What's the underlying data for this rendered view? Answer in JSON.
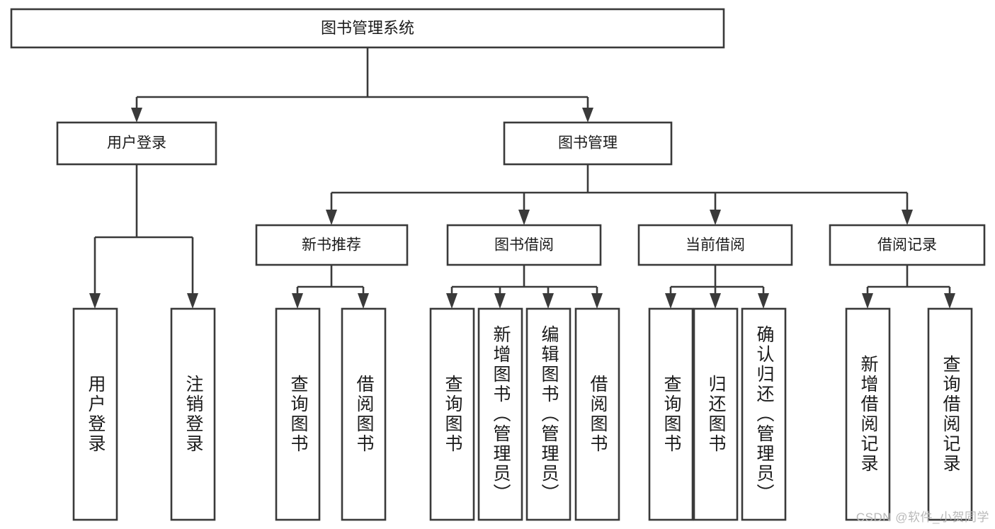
{
  "diagram": {
    "type": "tree-hierarchy-chart",
    "title": "图书管理系统",
    "background_color": "#ffffff",
    "line_color": "#3a3a3a",
    "box_fill": "#ffffff",
    "text_color": "#1b1b1b",
    "levels": {
      "root": {
        "label": "图书管理系统"
      },
      "level2": [
        {
          "label": "用户登录"
        },
        {
          "label": "图书管理"
        }
      ],
      "level3": [
        {
          "label": "新书推荐"
        },
        {
          "label": "图书借阅"
        },
        {
          "label": "当前借阅"
        },
        {
          "label": "借阅记录"
        }
      ]
    },
    "leaves": {
      "user_login": [
        {
          "label": "用户登录"
        },
        {
          "label": "注销登录"
        }
      ],
      "new_book_recommend": [
        {
          "label": "查询图书"
        },
        {
          "label": "借阅图书"
        }
      ],
      "book_borrow": [
        {
          "label": "查询图书"
        },
        {
          "label": "新增图书（管理员）"
        },
        {
          "label": "编辑图书（管理员）"
        },
        {
          "label": "借阅图书"
        }
      ],
      "current_borrow": [
        {
          "label": "查询图书"
        },
        {
          "label": "归还图书"
        },
        {
          "label": "确认归还（管理员）"
        }
      ],
      "borrow_record": [
        {
          "label": "新增借阅记录"
        },
        {
          "label": "查询借阅记录"
        }
      ]
    }
  },
  "watermark": {
    "text": "CSDN @软件_小贺同学",
    "color": "#b9b9b9"
  }
}
